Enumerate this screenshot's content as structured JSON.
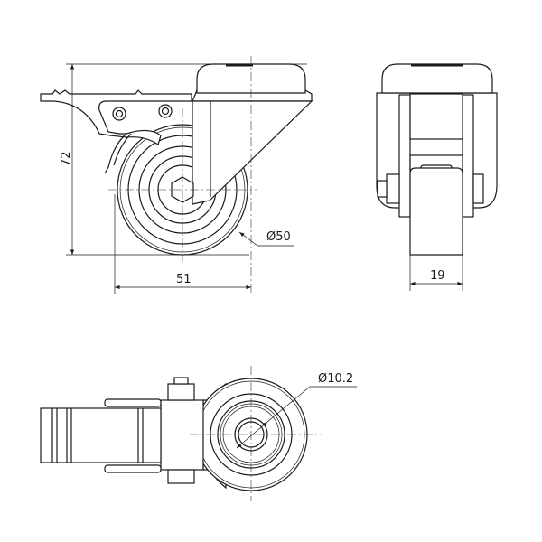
{
  "drawing": {
    "front_view": {
      "height_dim": "72",
      "width_dim": "51",
      "wheel_diameter": "Ø50"
    },
    "side_view": {
      "wheel_width_dim": "19"
    },
    "bottom_view": {
      "bore_diameter": "Ø10.2"
    },
    "line_color": "#1a1a1a"
  }
}
